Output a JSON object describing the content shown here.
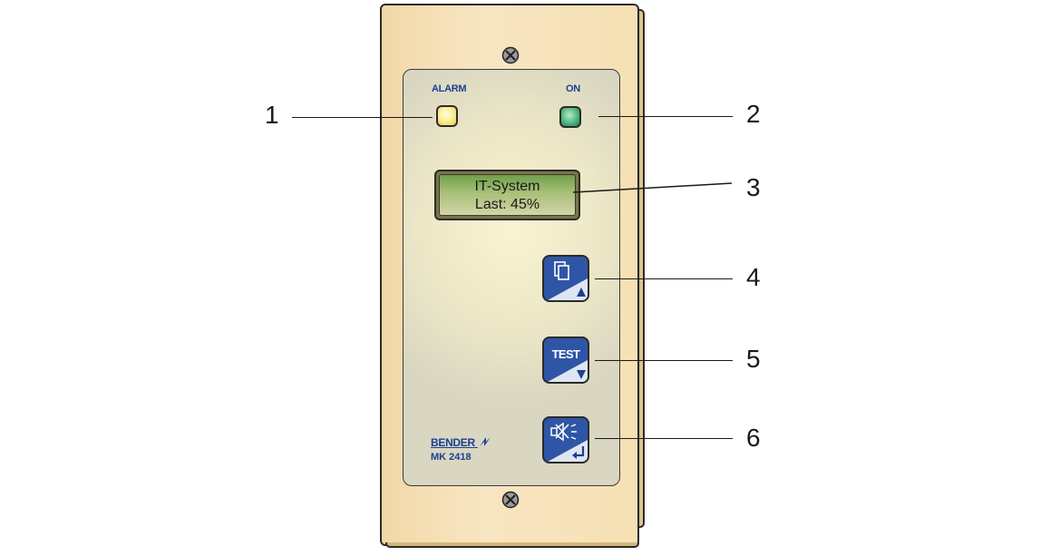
{
  "device": {
    "brand": "BENDER",
    "model": "MK 2418",
    "leds": {
      "alarm": {
        "label": "ALARM",
        "color": "#f7e67a"
      },
      "on": {
        "label": "ON",
        "color": "#3fae72"
      }
    },
    "display": {
      "line1": "IT-System",
      "line2": "Last: 45%"
    },
    "buttons": {
      "info_up": {
        "icon": "info-pages-icon",
        "arrow": "up-arrow-icon"
      },
      "test_down": {
        "label": "TEST",
        "arrow": "down-arrow-icon"
      },
      "mute_enter": {
        "icon": "buzzer-mute-icon",
        "arrow": "enter-arrow-icon"
      }
    },
    "accent_color": "#2f56a6"
  },
  "callouts": [
    "1",
    "2",
    "3",
    "4",
    "5",
    "6"
  ]
}
